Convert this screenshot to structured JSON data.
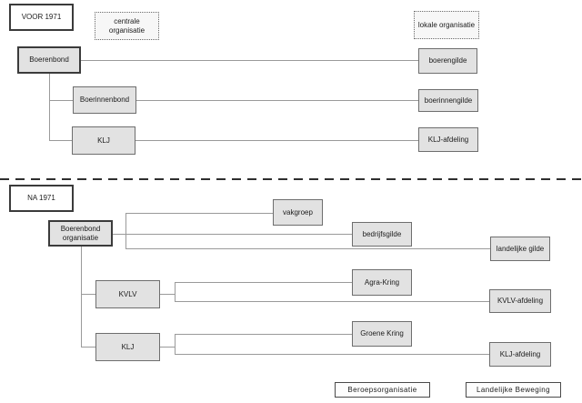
{
  "colors": {
    "background": "#ffffff",
    "box_fill": "#e2e2e2",
    "box_border": "#6e6e6e",
    "emphasis_border": "#3b3b3b",
    "connector_line": "#9a9a9a",
    "divider": "#2f2f2f"
  },
  "top_section": {
    "era_label": "VOOR 1971",
    "central_header": "centrale organisatie",
    "local_header": "lokale organisatie",
    "nodes": {
      "boerenbond": "Boerenbond",
      "boerinnenbond": "Boerinnenbond",
      "klj": "KLJ",
      "boerengilde": "boerengilde",
      "boerinnengilde": "boerinnengilde",
      "klj_afdeling": "KLJ-afdeling"
    }
  },
  "bottom_section": {
    "era_label": "NA 1971",
    "nodes": {
      "boerenbond_organisatie": "Boerenbond organisatie",
      "vakgroep": "vakgroep",
      "bedrijfsgilde": "bedrijfsgilde",
      "landelijke_gilde": "landelijke gilde",
      "kvlv": "KVLV",
      "agra_kring": "Agra-Kring",
      "kvlv_afdeling": "KVLV-afdeling",
      "klj": "KLJ",
      "groene_kring": "Groene Kring",
      "klj_afdeling": "KLJ-afdeling"
    }
  },
  "legend": {
    "beroepsorganisatie": "Beroepsorganisatie",
    "landelijke_beweging": "Landelijke Beweging"
  }
}
